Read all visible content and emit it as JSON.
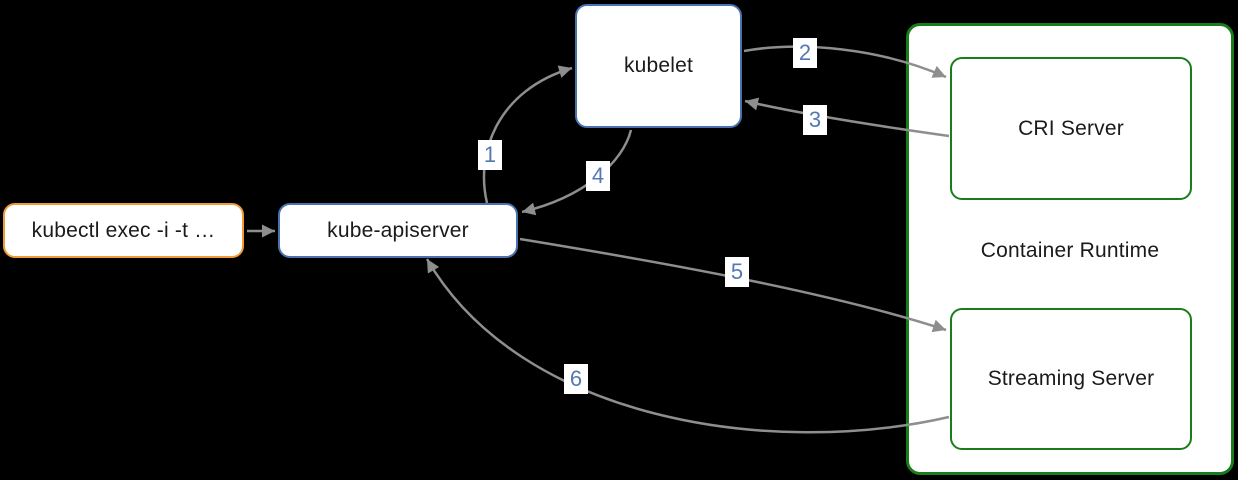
{
  "diagram": {
    "nodes": {
      "kubectl": {
        "label": "kubectl exec -i -t …"
      },
      "kube_apiserver": {
        "label": "kube-apiserver"
      },
      "kubelet": {
        "label": "kubelet"
      },
      "container_runtime": {
        "label": "Container Runtime"
      },
      "cri_server": {
        "label": "CRI Server"
      },
      "streaming_server": {
        "label": "Streaming Server"
      }
    },
    "steps": [
      "1",
      "2",
      "3",
      "4",
      "5",
      "6"
    ],
    "colors": {
      "background": "#000000",
      "node_fill": "#ffffff",
      "orange_border": "#f19b38",
      "blue_border": "#4a72b0",
      "green_border": "#1a7d1c",
      "arrow": "#8e8e8e",
      "step_number": "#5578b4",
      "label_text": "#1a1a1a"
    }
  }
}
